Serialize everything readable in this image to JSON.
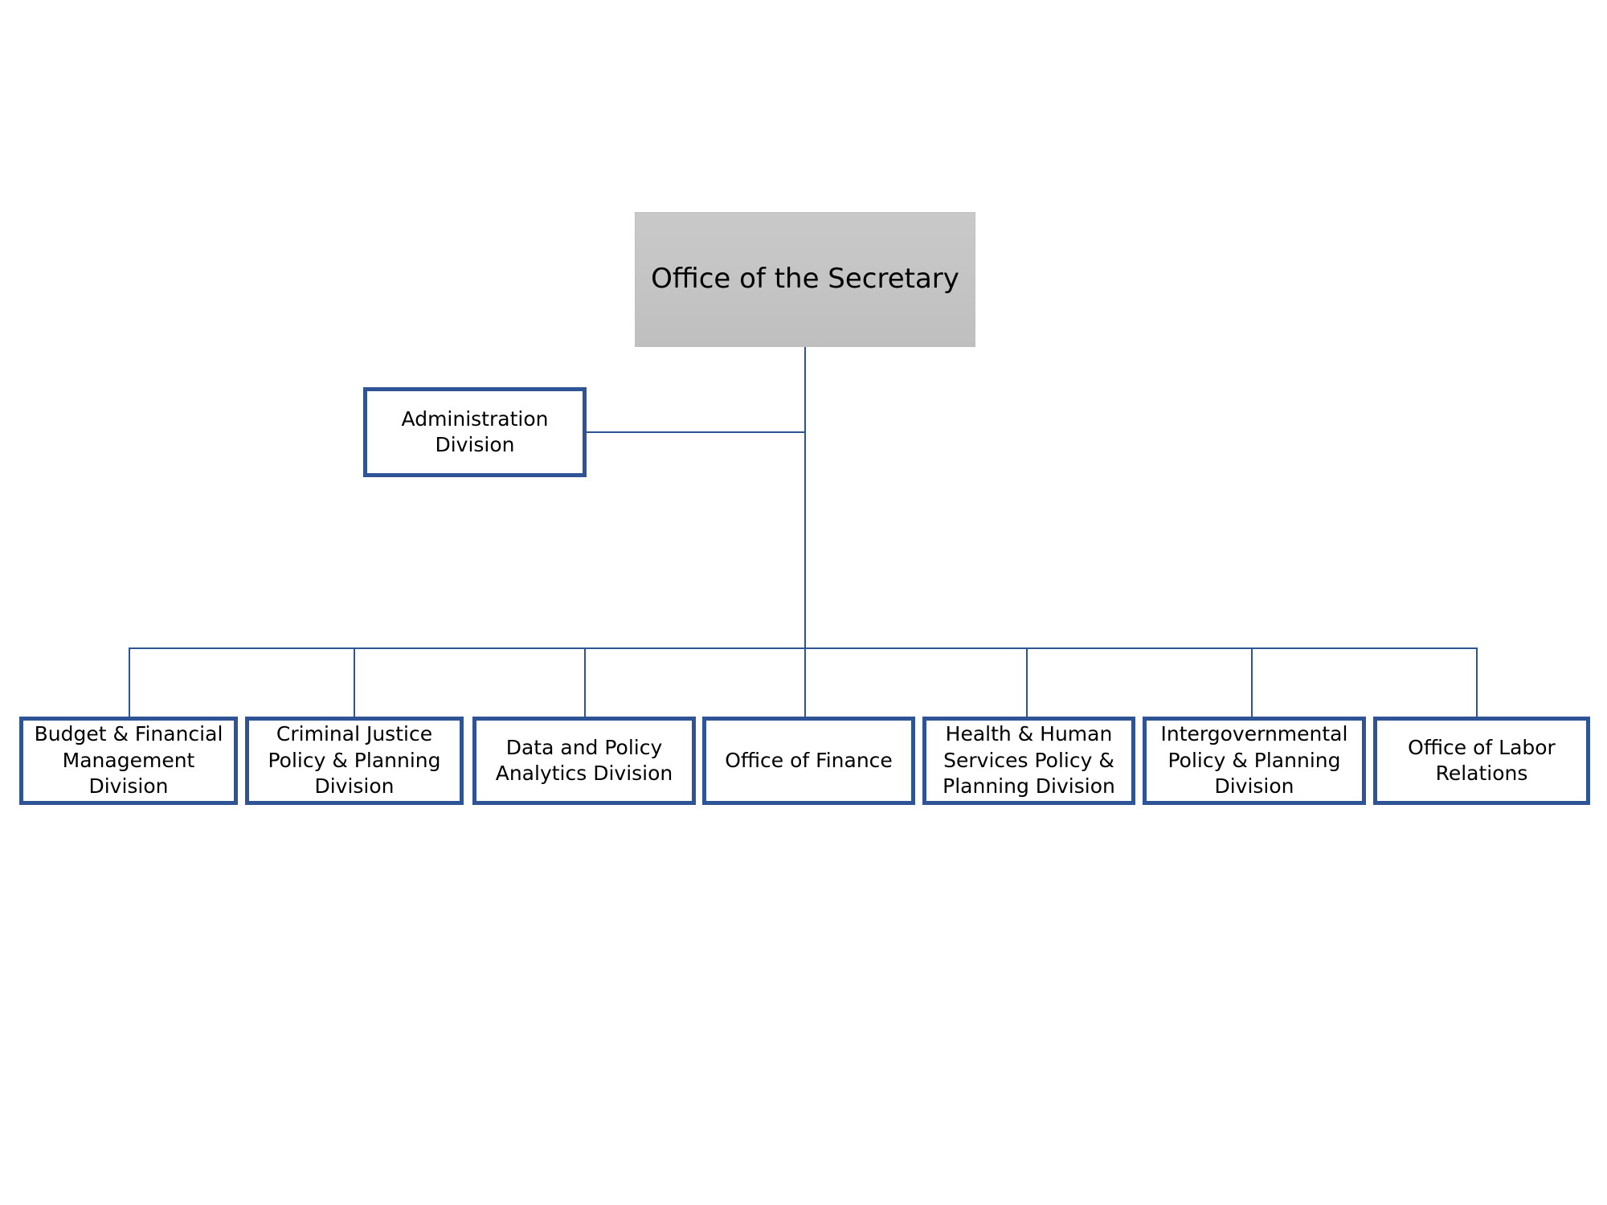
{
  "diagram": {
    "type": "organizational-chart",
    "title": "Office of the Secretary organizational chart",
    "colors": {
      "node_border": "#2E5496",
      "connector": "#2E5496",
      "root_fill": "#C4C4C4",
      "node_fill": "#FFFFFF",
      "text": "#000000",
      "background": "#FFFFFF"
    },
    "root": {
      "id": "office-of-the-secretary",
      "label": "Office of the Secretary"
    },
    "staff": [
      {
        "id": "administration-division",
        "label": "Administration\nDivision",
        "relation": "staff-assistant-to-root"
      }
    ],
    "children": [
      {
        "id": "budget-financial-management-division",
        "label": "Budget & Financial\nManagement\nDivision"
      },
      {
        "id": "criminal-justice-policy-planning-division",
        "label": "Criminal Justice\nPolicy & Planning\nDivision"
      },
      {
        "id": "data-and-policy-analytics-division",
        "label": "Data and Policy\nAnalytics Division"
      },
      {
        "id": "office-of-finance",
        "label": "Office of Finance"
      },
      {
        "id": "health-human-services-policy-planning-division",
        "label": "Health & Human\nServices Policy &\nPlanning Division"
      },
      {
        "id": "intergovernmental-policy-planning-division",
        "label": "Intergovernmental\nPolicy & Planning\nDivision"
      },
      {
        "id": "office-of-labor-relations",
        "label": "Office of Labor\nRelations"
      }
    ]
  }
}
